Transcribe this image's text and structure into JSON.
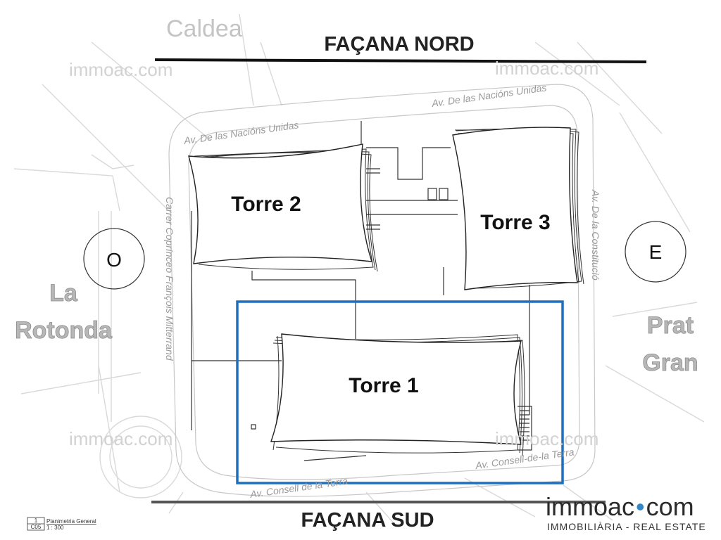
{
  "districts": {
    "north": "Caldea",
    "west_line1": "La",
    "west_line2": "Rotonda",
    "east_line1": "Prat",
    "east_line2": "Gran"
  },
  "facades": {
    "north": "FAÇANA NORD",
    "south": "FAÇANA SUD"
  },
  "towers": {
    "t1": "Torre 1",
    "t2": "Torre 2",
    "t3": "Torre 3"
  },
  "compass": {
    "west": "O",
    "east": "E"
  },
  "streets": {
    "north_1": "Av. De las Nacións Unidas",
    "north_2": "Av. De las Nacións  Unidas",
    "west": "Carrer Coprínceo François Mitterrand",
    "east": "Av. De la Constitució",
    "south_1": "Av. Consell de la Terra",
    "south_2": "Av. Consell-de-la Terra"
  },
  "watermark": "immoac.com",
  "legend": {
    "number": "1",
    "sheet": "C05",
    "title": "Planimetria General",
    "scale": "1 : 300"
  },
  "logo": {
    "part1": "immoac",
    "part2": "com",
    "tagline": "IMMOBILIÀRIA - REAL ESTATE"
  },
  "colors": {
    "highlight": "#1f6fbf",
    "logo_dot": "#2f86c8"
  }
}
